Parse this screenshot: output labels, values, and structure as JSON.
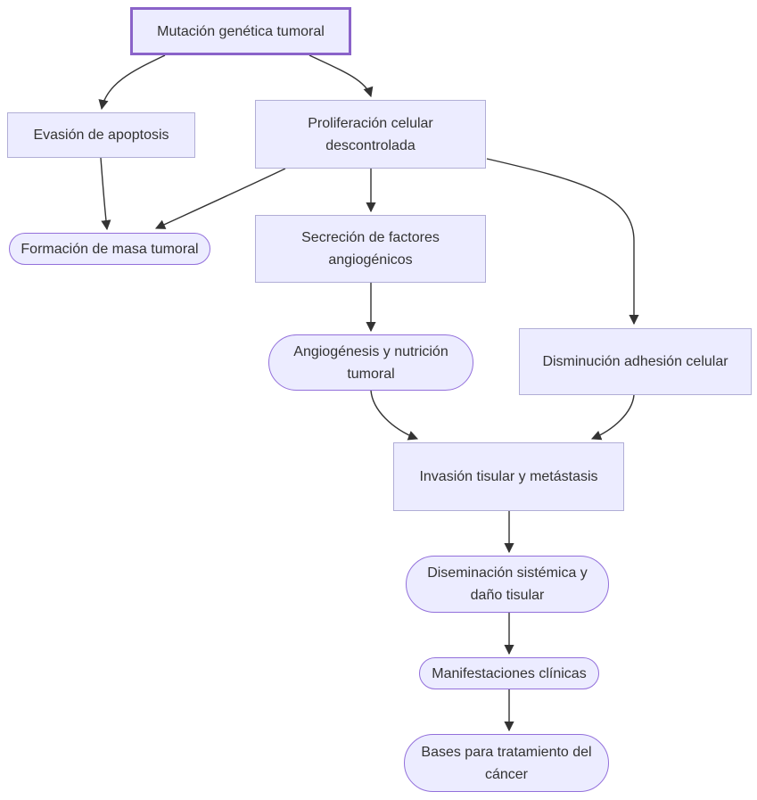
{
  "diagram": {
    "type": "flowchart",
    "direction": "top-down",
    "colors": {
      "background": "#ffffff",
      "node_fill": "#ECECFF",
      "rect_border": "#b1aed6",
      "stadium_border": "#9370DB",
      "root_border": "#8a63c9",
      "edge": "#333333",
      "text": "#333333"
    },
    "nodes": [
      {
        "id": "mutacion",
        "shape": "rect",
        "emphasis": true,
        "label": "Mutación genética tumoral"
      },
      {
        "id": "evasion",
        "shape": "rect",
        "emphasis": false,
        "label": "Evasión de apoptosis"
      },
      {
        "id": "proliferacion",
        "shape": "rect",
        "emphasis": false,
        "label": "Proliferación celular descontrolada"
      },
      {
        "id": "formacion",
        "shape": "stadium",
        "emphasis": false,
        "label": "Formación de masa tumoral"
      },
      {
        "id": "secrecion",
        "shape": "rect",
        "emphasis": false,
        "label": "Secreción de factores angiogénicos"
      },
      {
        "id": "angiogenesis",
        "shape": "stadium",
        "emphasis": false,
        "label": "Angiogénesis y nutrición tumoral"
      },
      {
        "id": "disminucion",
        "shape": "rect",
        "emphasis": false,
        "label": "Disminución adhesión celular"
      },
      {
        "id": "invasion",
        "shape": "rect",
        "emphasis": false,
        "label": "Invasión tisular y metástasis"
      },
      {
        "id": "diseminacion",
        "shape": "stadium",
        "emphasis": false,
        "label": "Diseminación sistémica y daño tisular"
      },
      {
        "id": "manifestaciones",
        "shape": "stadium",
        "emphasis": false,
        "label": "Manifestaciones clínicas"
      },
      {
        "id": "bases",
        "shape": "stadium",
        "emphasis": false,
        "label": "Bases para tratamiento del cáncer"
      }
    ],
    "edges": [
      {
        "from": "mutacion",
        "to": "evasion"
      },
      {
        "from": "mutacion",
        "to": "proliferacion"
      },
      {
        "from": "evasion",
        "to": "formacion"
      },
      {
        "from": "proliferacion",
        "to": "formacion"
      },
      {
        "from": "proliferacion",
        "to": "secrecion"
      },
      {
        "from": "proliferacion",
        "to": "disminucion"
      },
      {
        "from": "secrecion",
        "to": "angiogenesis"
      },
      {
        "from": "angiogenesis",
        "to": "invasion"
      },
      {
        "from": "disminucion",
        "to": "invasion"
      },
      {
        "from": "invasion",
        "to": "diseminacion"
      },
      {
        "from": "diseminacion",
        "to": "manifestaciones"
      },
      {
        "from": "manifestaciones",
        "to": "bases"
      }
    ]
  }
}
